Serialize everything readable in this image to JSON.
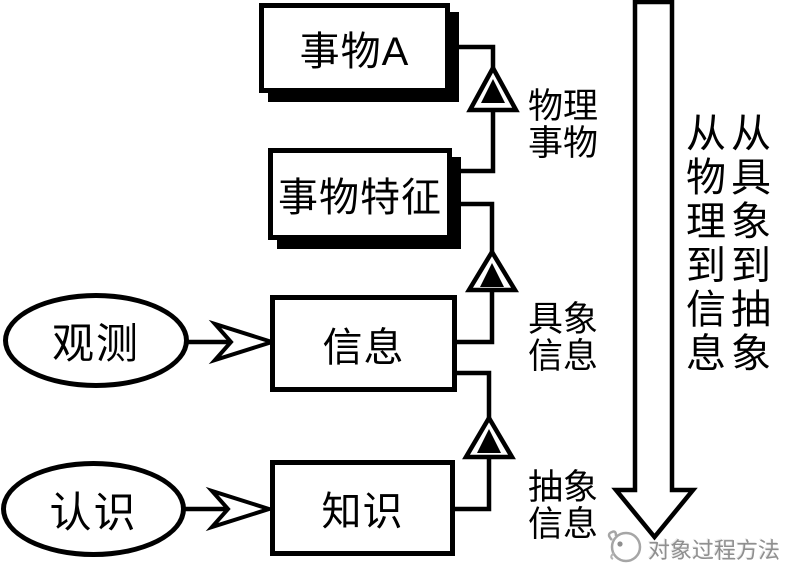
{
  "diagram": {
    "boxes": [
      {
        "label": "事物A"
      },
      {
        "label": "事物特征"
      },
      {
        "label": "信息"
      },
      {
        "label": "知识"
      }
    ],
    "ellipses": [
      {
        "label": "观测"
      },
      {
        "label": "认识"
      }
    ],
    "generalization_labels": [
      {
        "line1": "物理",
        "line2": "事物"
      },
      {
        "line1": "具象",
        "line2": "信息"
      },
      {
        "line1": "抽象",
        "line2": "信息"
      }
    ],
    "big_arrow": {
      "column_left": "从物理到信息",
      "column_right": "从具象到抽象"
    },
    "watermark": {
      "text": "对象过程方法"
    },
    "colors": {
      "stroke": "#000000",
      "fill": "#ffffff",
      "watermark": "#8f8f8f"
    }
  }
}
